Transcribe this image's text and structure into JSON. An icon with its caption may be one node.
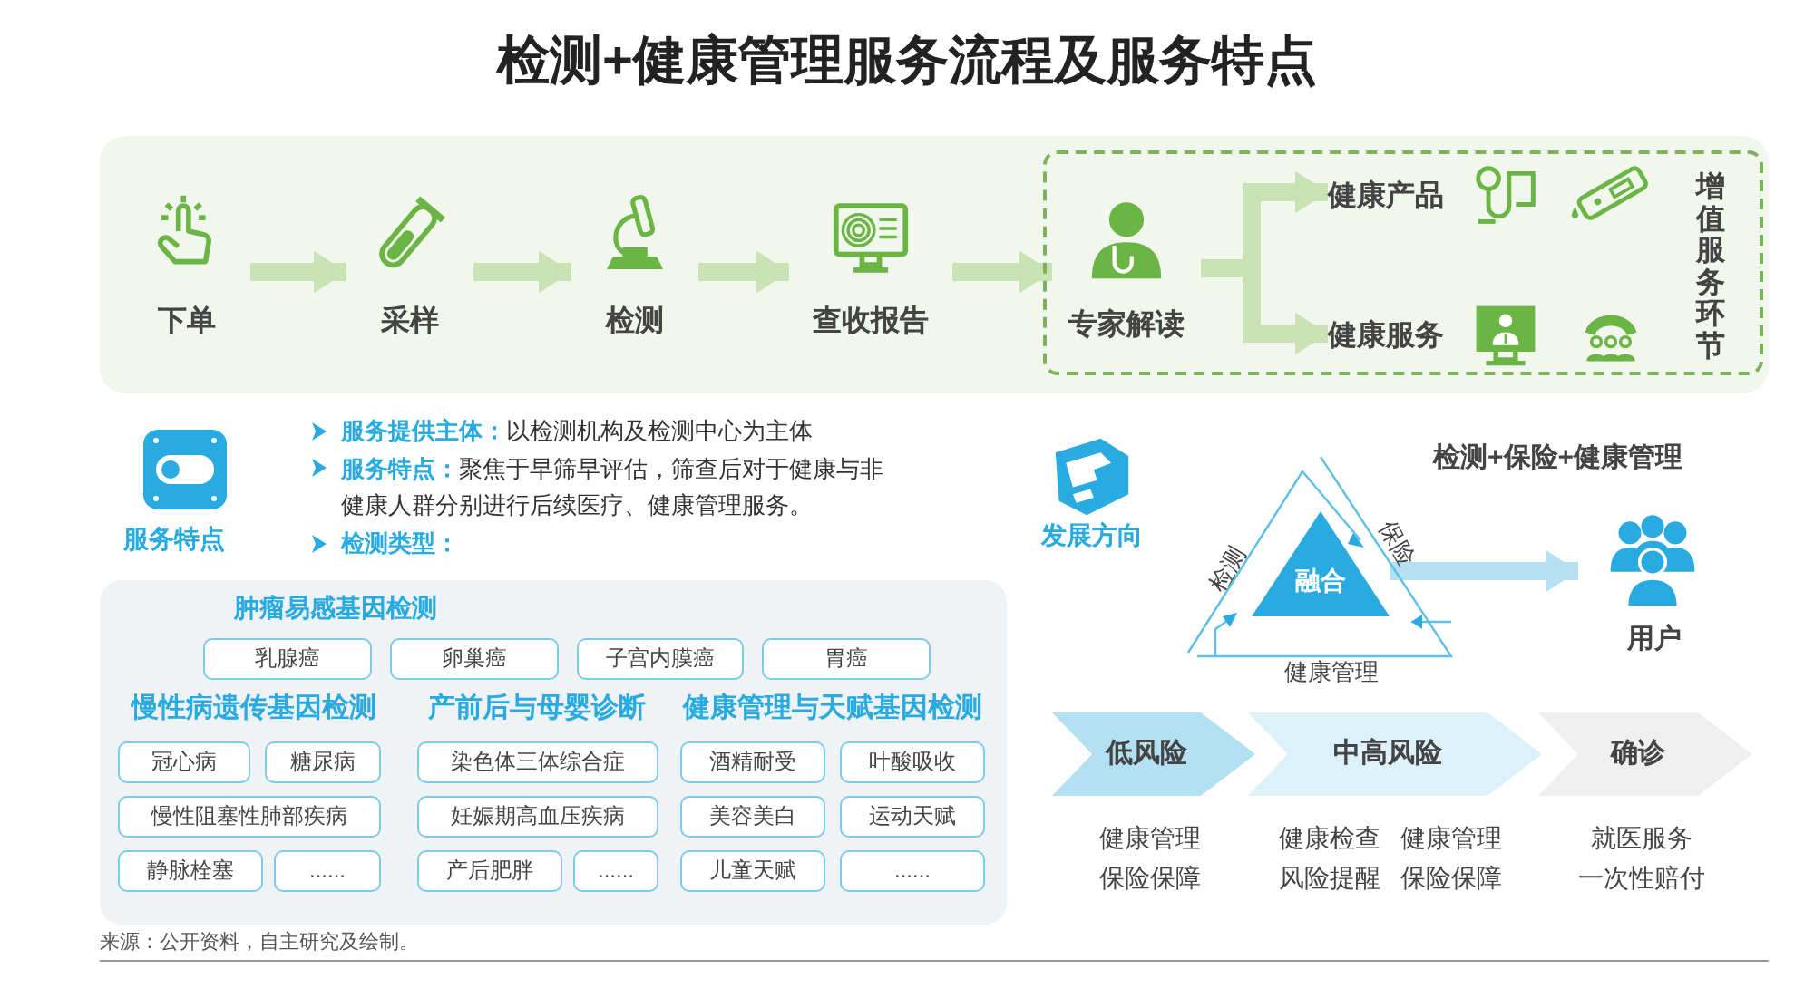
{
  "diagram": {
    "title": "检测+健康管理服务流程及服务特点",
    "nodes": [
      {
        "text": [
          "下单"
        ]
      },
      {
        "text": [
          "采样"
        ]
      },
      {
        "text": [
          "检测"
        ]
      },
      {
        "text": [
          "查收报告"
        ]
      },
      {
        "text": [
          "增值服务环节"
        ]
      },
      {
        "text": [
          "专家解读"
        ],
        "in": 4
      },
      {
        "text": [
          "健康产品"
        ],
        "in": 4
      },
      {
        "text": [
          "健康服务"
        ],
        "in": 4
      },
      {
        "text": [
          "肿瘤易感基因检测",
          "慢性病遗传基因检测",
          "产前后与母婴诊断",
          "健康管理与天赋基因检测"
        ]
      },
      {
        "text": [
          "乳腺癌"
        ],
        "in": 8
      },
      {
        "text": [
          "卵巢癌"
        ],
        "in": 8
      },
      {
        "text": [
          "子宫内膜癌"
        ],
        "in": 8
      },
      {
        "text": [
          "胃癌"
        ],
        "in": 8
      },
      {
        "text": [
          "冠心病"
        ],
        "in": 8
      },
      {
        "text": [
          "糖尿病"
        ],
        "in": 8
      },
      {
        "text": [
          "染色体三体综合症"
        ],
        "in": 8
      },
      {
        "text": [
          "酒精耐受"
        ],
        "in": 8
      },
      {
        "text": [
          "叶酸吸收"
        ],
        "in": 8
      },
      {
        "text": [
          "慢性阻塞性肺部疾病"
        ],
        "in": 8
      },
      {
        "text": [
          "妊娠期高血压疾病"
        ],
        "in": 8
      },
      {
        "text": [
          "美容美白"
        ],
        "in": 8
      },
      {
        "text": [
          "运动天赋"
        ],
        "in": 8
      },
      {
        "text": [
          "静脉栓塞"
        ],
        "in": 8
      },
      {
        "text": [
          "......"
        ],
        "in": 8
      },
      {
        "text": [
          "产后肥胖"
        ],
        "in": 8
      },
      {
        "text": [
          "......"
        ],
        "in": 8
      },
      {
        "text": [
          "儿童天赋"
        ],
        "in": 8
      },
      {
        "text": [
          "......"
        ],
        "in": 8
      },
      {
        "text": [
          "融合"
        ]
      },
      {
        "text": [
          "用户"
        ]
      },
      {
        "text": [
          "低风险"
        ],
        "beside": [
          "健康管理",
          "保险保障"
        ]
      },
      {
        "text": [
          "中高风险"
        ],
        "beside": [
          "健康检查",
          "健康管理",
          "风险提醒",
          "保险保障"
        ]
      },
      {
        "text": [
          "确诊"
        ],
        "beside": [
          "就医服务",
          "一次性赔付"
        ]
      }
    ],
    "edges": [
      {
        "from": 0,
        "to": 1,
        "arrow": "to"
      },
      {
        "from": 1,
        "to": 2,
        "arrow": "to"
      },
      {
        "from": 2,
        "to": 3,
        "arrow": "to"
      },
      {
        "from": 3,
        "to": 5,
        "arrow": "to"
      },
      {
        "from": 5,
        "to": 6,
        "arrow": "to"
      },
      {
        "from": 5,
        "to": 7,
        "arrow": "to"
      },
      {
        "from": 28,
        "to": 29,
        "arrow": "to",
        "color": "#b5e0f2"
      }
    ],
    "labels": [
      "服务特点",
      "**服务提供主体：**以检测机构及检测中心为主体",
      "**服务特点：**聚焦于早筛早评估，筛查后对于健康与非健康人群分别进行后续医疗、健康管理服务。",
      "检测类型：",
      "发展方向",
      "检测+保险+健康管理",
      "检测",
      "保险",
      "健康管理",
      "来源：公开资料，自主研究及绘制。"
    ]
  }
}
